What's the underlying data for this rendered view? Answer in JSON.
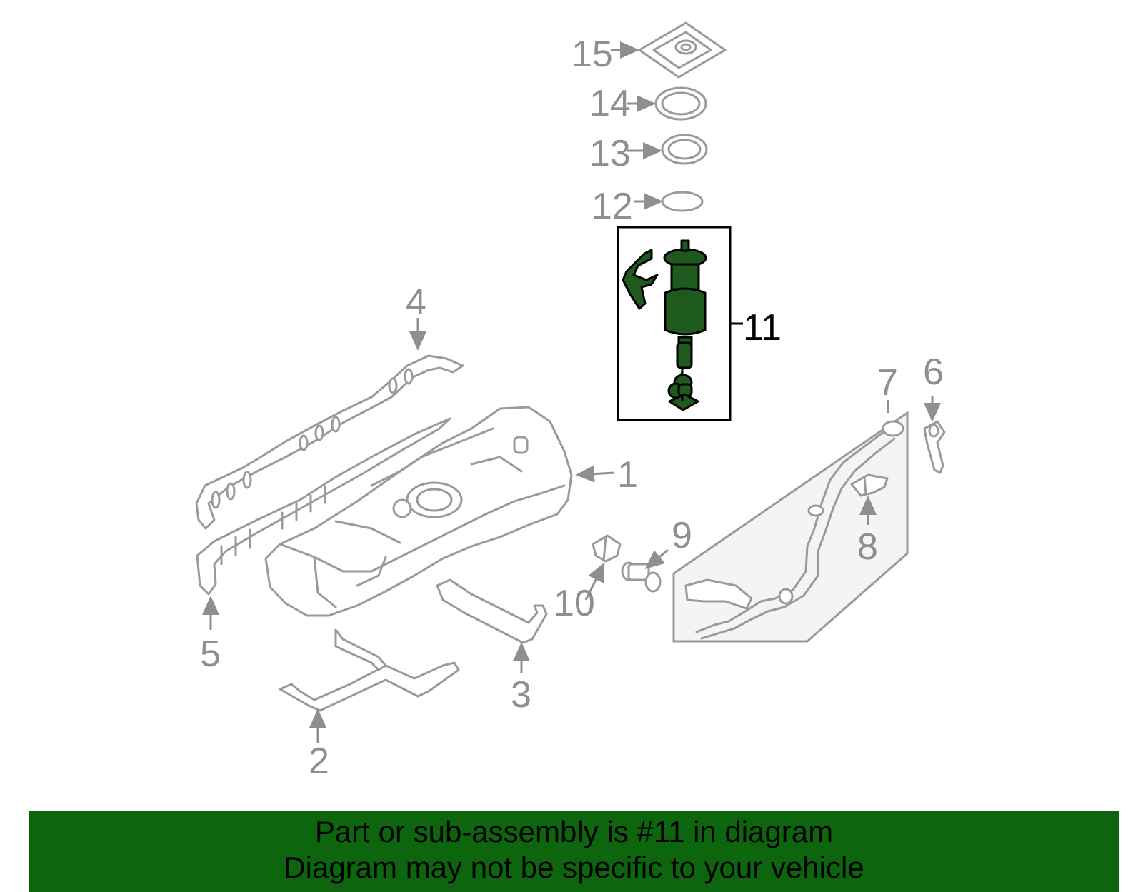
{
  "callouts": {
    "c1": "1",
    "c2": "2",
    "c3": "3",
    "c4": "4",
    "c5": "5",
    "c6": "6",
    "c7": "7",
    "c8": "8",
    "c9": "9",
    "c10": "10",
    "c11": "11",
    "c12": "12",
    "c13": "13",
    "c14": "14",
    "c15": "15"
  },
  "banner": {
    "line1": "Part or sub-assembly is #11 in diagram",
    "line2": "Diagram may not be specific to your vehicle"
  },
  "colors": {
    "highlight_part": "#1e5a1e",
    "banner_background": "#0d660d",
    "callout_gray": "#8f8f8f",
    "part_outline": "#9a9a9a"
  }
}
